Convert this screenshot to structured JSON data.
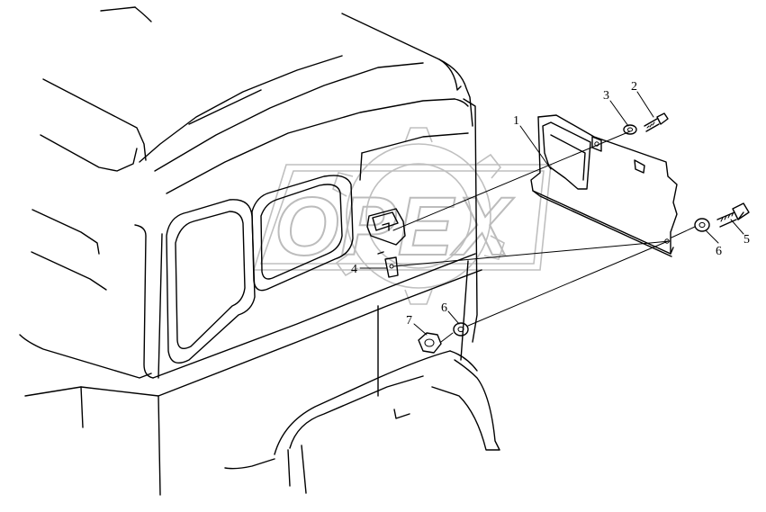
{
  "watermark": {
    "text": "OPEX"
  },
  "callouts": [
    {
      "id": "1",
      "label": "1"
    },
    {
      "id": "2",
      "label": "2"
    },
    {
      "id": "3",
      "label": "3"
    },
    {
      "id": "4",
      "label": "4"
    },
    {
      "id": "5",
      "label": "5"
    },
    {
      "id": "6a",
      "label": "6"
    },
    {
      "id": "6b",
      "label": "6"
    },
    {
      "id": "7",
      "label": "7"
    }
  ],
  "colors": {
    "line": "#000000",
    "watermark": "#bfbfbf",
    "background": "#ffffff"
  }
}
